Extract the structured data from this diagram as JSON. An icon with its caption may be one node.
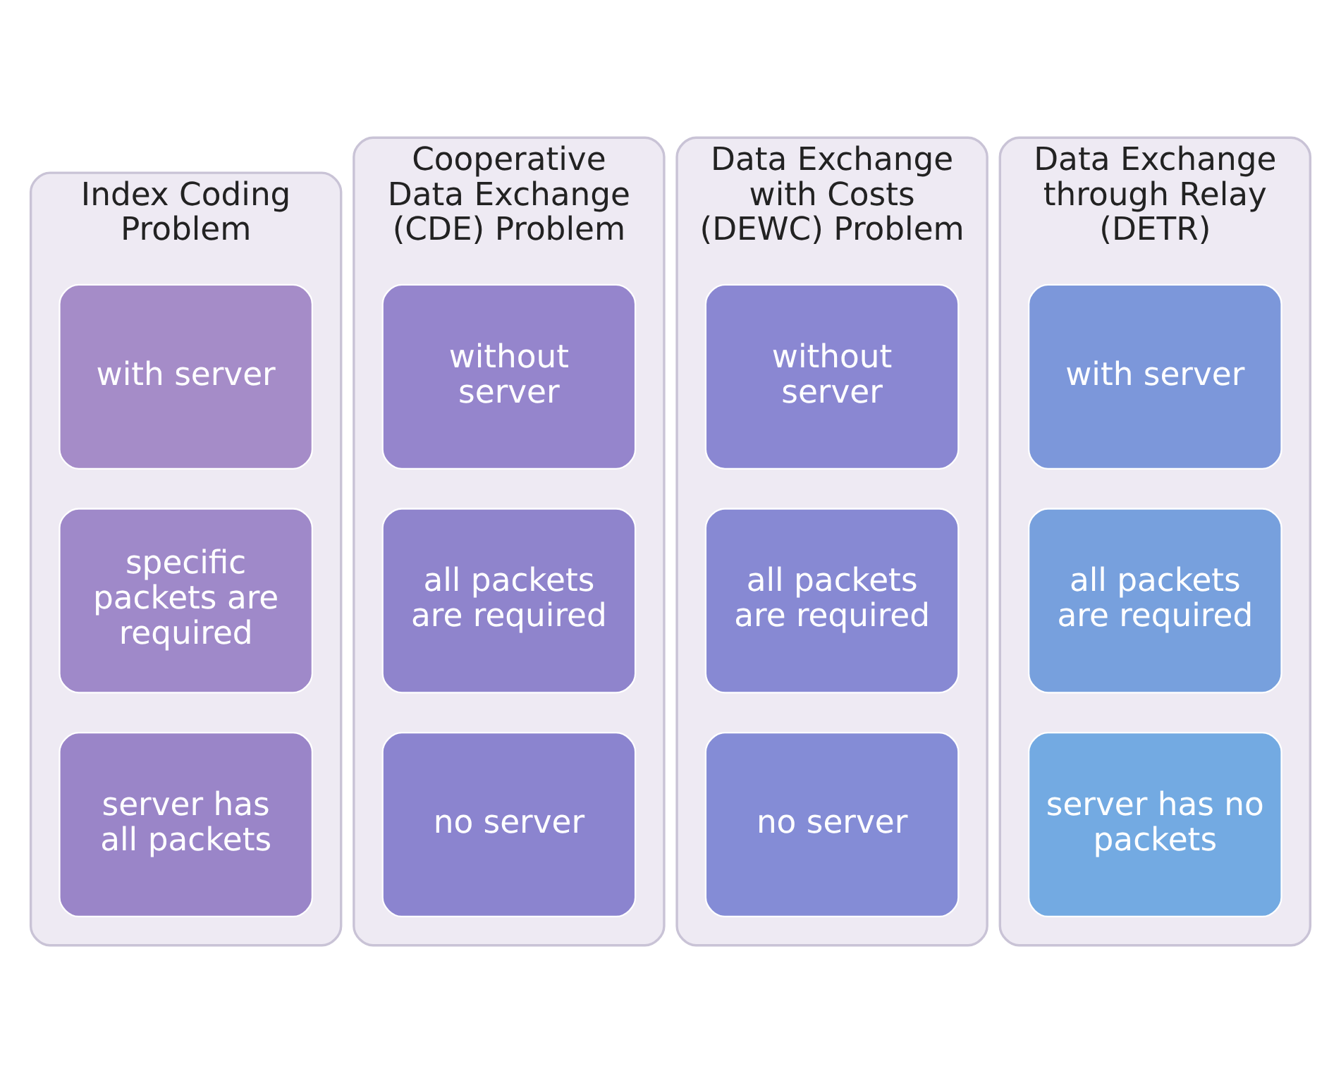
{
  "diagram": {
    "nodes": [
      {
        "text": [
          "Index Coding Problem"
        ]
      },
      {
        "text": [
          "with server"
        ],
        "in": 0
      },
      {
        "text": [
          "specific packets are required"
        ],
        "in": 0
      },
      {
        "text": [
          "server has all packets"
        ],
        "in": 0
      },
      {
        "text": [
          "Cooperative Data Exchange (CDE) Problem"
        ]
      },
      {
        "text": [
          "without server"
        ],
        "in": 4
      },
      {
        "text": [
          "all packets are required"
        ],
        "in": 4
      },
      {
        "text": [
          "no server"
        ],
        "in": 4
      },
      {
        "text": [
          "Data Exchange with Costs (DEWC) Problem"
        ]
      },
      {
        "text": [
          "without server"
        ],
        "in": 8
      },
      {
        "text": [
          "all packets are required"
        ],
        "in": 8
      },
      {
        "text": [
          "no server"
        ],
        "in": 8
      },
      {
        "text": [
          "Data Exchange through Relay (DETR)"
        ]
      },
      {
        "text": [
          "with server"
        ],
        "in": 12
      },
      {
        "text": [
          "all packets are required"
        ],
        "in": 12
      },
      {
        "text": [
          "server has no packets"
        ],
        "in": 12
      }
    ],
    "edges": []
  }
}
